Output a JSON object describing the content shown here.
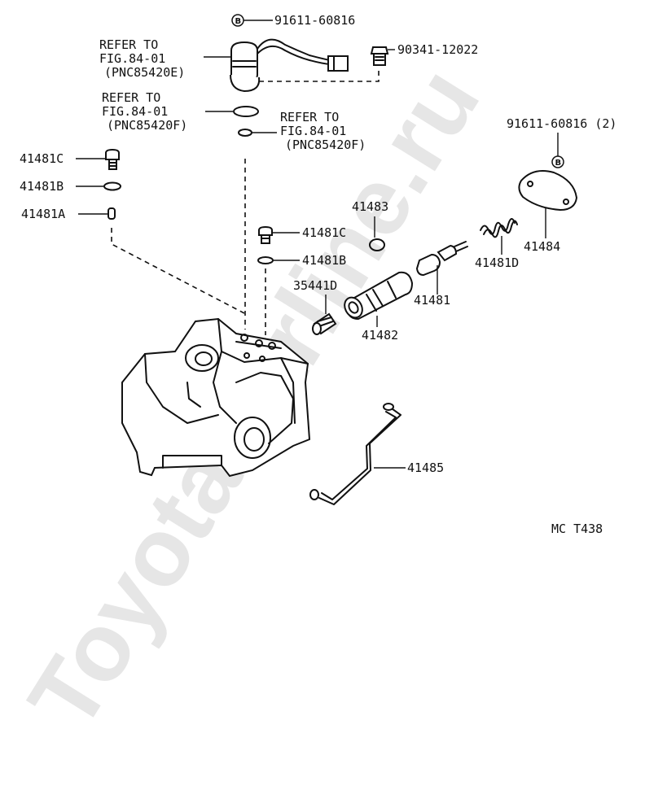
{
  "watermark": "ToyotaCarline.ru",
  "labels": {
    "bolt_top": "91611-60816",
    "bolt_top_mark": "B",
    "refer_e_1": "REFER TO",
    "refer_e_2": "FIG.84-01",
    "refer_e_3": "(PNC85420E)",
    "plug_90341": "90341-12022",
    "refer_f1_1": "REFER TO",
    "refer_f1_2": "FIG.84-01",
    "refer_f1_3": "(PNC85420F)",
    "refer_f2_1": "REFER TO",
    "refer_f2_2": "FIG.84-01",
    "refer_f2_3": "(PNC85420F)",
    "bolt_right": "91611-60816 (2)",
    "bolt_right_mark": "B",
    "p41481C_left": "41481C",
    "p41481B_left": "41481B",
    "p41481A": "41481A",
    "p41483": "41483",
    "p41484": "41484",
    "p41481C_mid": "41481C",
    "p41481B_mid": "41481B",
    "p41481D": "41481D",
    "p35441D": "35441D",
    "p41481": "41481",
    "p41482": "41482",
    "p41485": "41485",
    "code": "MC  T438"
  }
}
